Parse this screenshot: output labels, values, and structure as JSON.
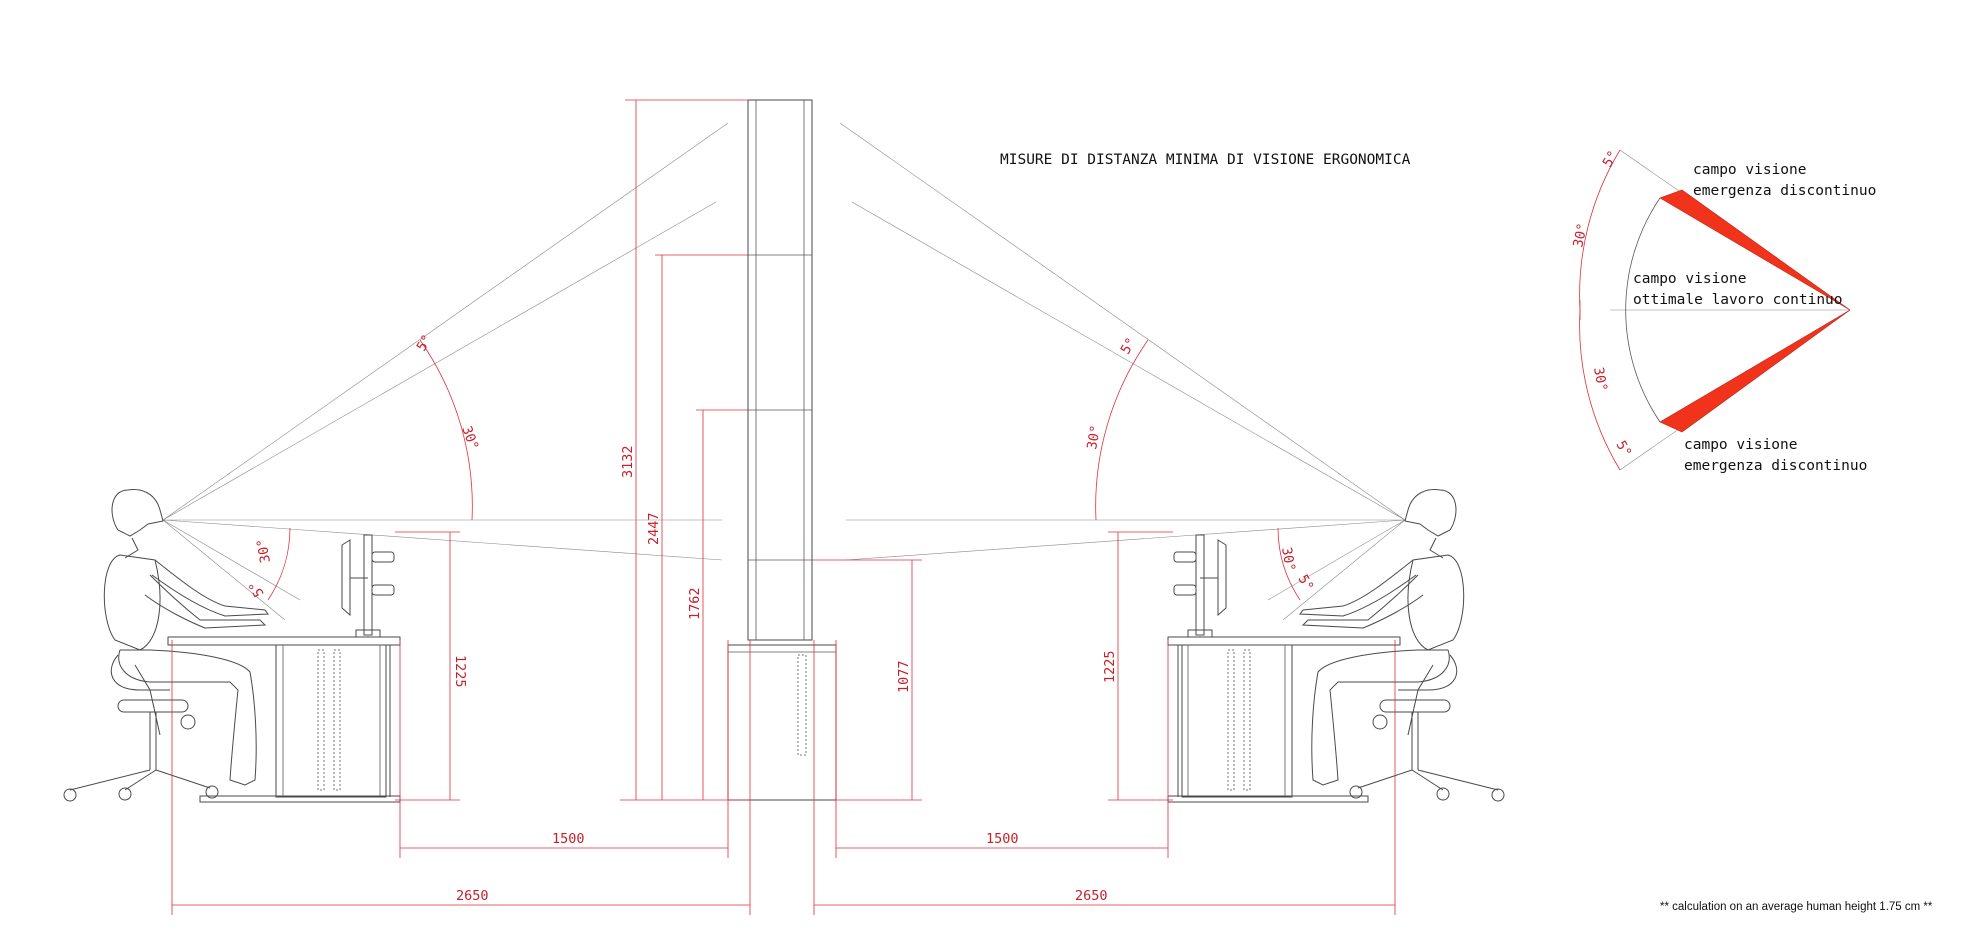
{
  "title": "MISURE DI DISTANZA MINIMA DI VISIONE ERGONOMICA",
  "footnote": "** calculation on an average human height 1.75 cm **",
  "dimensions": {
    "height_3132": "3132",
    "height_2447": "2447",
    "height_1762": "1762",
    "height_1225_left": "1225",
    "height_1225_right": "1225",
    "height_1077": "1077",
    "distance_1500_left": "1500",
    "distance_1500_right": "1500",
    "distance_2650_left": "2650",
    "distance_2650_right": "2650"
  },
  "angles": {
    "left_upper_5": "5°",
    "left_upper_30": "30°",
    "left_lower_30": "30°",
    "left_lower_5": "5°",
    "right_upper_5": "5°",
    "right_upper_30": "30°",
    "right_lower_30": "30°",
    "right_lower_5": "5°",
    "legend_top_5": "5°",
    "legend_top_30": "30°",
    "legend_bottom_30": "30°",
    "legend_bottom_5": "5°"
  },
  "legend": {
    "top_line1": "campo visione",
    "top_line2": "emergenza discontinuo",
    "mid_line1": "campo visione",
    "mid_line2": "ottimale lavoro continuo",
    "bottom_line1": "campo visione",
    "bottom_line2": "emergenza discontinuo"
  },
  "colors": {
    "dimension": "#e0303a",
    "emergency_field": "#f2331b",
    "lines": "#4a4a4a"
  }
}
